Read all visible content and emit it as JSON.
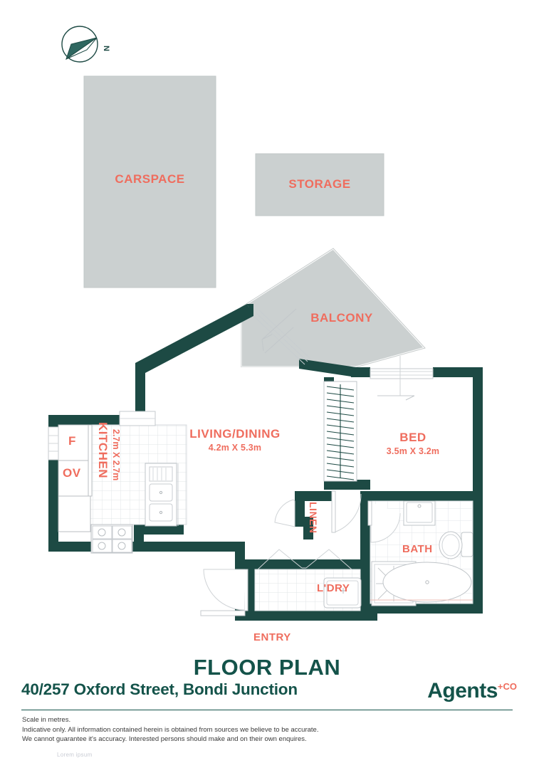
{
  "document": {
    "title": "FLOOR PLAN",
    "address": "40/257 Oxford Street, Bondi Junction",
    "brand_name": "Agents",
    "brand_suffix": "+CO",
    "watermark": "Lorem ipsum"
  },
  "colors": {
    "wall": "#1d4a44",
    "label": "#ef6d5e",
    "brand_green": "#14534a",
    "shaded_area": "#cbd0d0",
    "tile_line": "#d9dde1"
  },
  "compass": {
    "icon": "compass-north-icon",
    "north_label": "N"
  },
  "exterior_areas": [
    {
      "name": "CARSPACE",
      "fill": "#cbd0d0"
    },
    {
      "name": "STORAGE",
      "fill": "#cbd0d0"
    },
    {
      "name": "BALCONY",
      "fill": "#cbd0d0"
    }
  ],
  "rooms": [
    {
      "key": "living_dining",
      "name": "LIVING/DINING",
      "dimensions": "4.2m X 5.3m"
    },
    {
      "key": "bed",
      "name": "BED",
      "dimensions": "3.5m X 3.2m"
    },
    {
      "key": "kitchen",
      "name": "KITCHEN",
      "dimensions": "2.7m X 2.7m"
    }
  ],
  "small_labels": {
    "fridge": "F",
    "oven": "OV",
    "bath": "BATH",
    "laundry": "L'DRY",
    "linen": "LINEN",
    "entry": "ENTRY"
  },
  "fixtures": [
    "fridge-space",
    "oven-space",
    "cooktop-4-burner",
    "double-sink",
    "wardrobe-hanging-rail",
    "shower-square",
    "bathtub-oval",
    "toilet-with-cistern",
    "vanity-basin",
    "laundry-tub",
    "sliding-door-balcony",
    "sliding-window-bedroom",
    "entry-door",
    "linen-door",
    "bathroom-door",
    "laundry-bifold-doors"
  ],
  "disclaimer": {
    "line1": "Scale in metres.",
    "line2": "Indicative only. All information contained herein is obtained from sources we believe to be accurate.",
    "line3": "We cannot guarantee it's accuracy. Interested persons should make and on their own enquires."
  }
}
